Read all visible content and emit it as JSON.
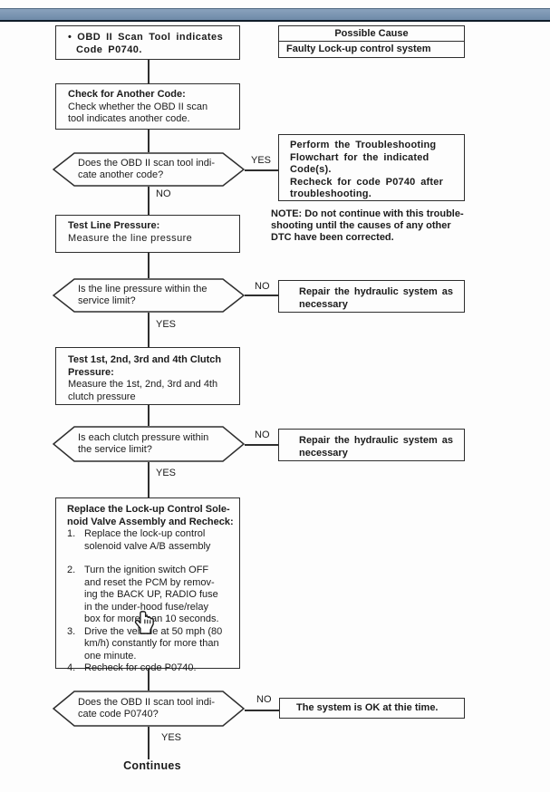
{
  "page": {
    "top_bar_color": "#7e98b5"
  },
  "start": {
    "text": "• OBD II Scan Tool indicates\nCode P0740."
  },
  "possible_cause_table": {
    "header": "Possible Cause",
    "row": "Faulty Lock-up control system"
  },
  "check_another_code": {
    "title": "Check for Another Code:",
    "body": "Check whether the OBD II scan\ntool indicates another code."
  },
  "decision_another_code": {
    "question": "Does the OBD II scan tool indi-\ncate another code?",
    "yes_label": "YES",
    "no_label": "NO"
  },
  "perform_flowchart": {
    "text": "Perform the Troubleshooting\nFlowchart for the indicated\nCode(s).\nRecheck for code P0740 after\ntroubleshooting."
  },
  "note": {
    "text": "NOTE:  Do not continue with this trouble-\nshooting until the causes of any other\nDTC have been corrected."
  },
  "test_line_pressure": {
    "title": "Test Line Pressure:",
    "body": "Measure the line pressure"
  },
  "decision_line_pressure": {
    "question": "Is the line pressure within the\nservice limit?",
    "yes_label": "YES",
    "no_label": "NO"
  },
  "repair_hydraulic_1": {
    "text": "Repair the hydraulic system as\nnecessary"
  },
  "test_clutch_pressure": {
    "title": "Test 1st, 2nd, 3rd and 4th Clutch\nPressure:",
    "body": "Measure the 1st, 2nd, 3rd and 4th\nclutch pressure"
  },
  "decision_clutch_pressure": {
    "question": "Is each clutch pressure within\nthe service limit?",
    "yes_label": "YES",
    "no_label": "NO"
  },
  "repair_hydraulic_2": {
    "text": "Repair the hydraulic system as\nnecessary"
  },
  "replace_solenoid": {
    "title": "Replace the Lock-up Control Sole-\nnoid Valve Assembly and Recheck:",
    "items": [
      {
        "num": "1.",
        "text": "Replace the lock-up control\nsolenoid valve A/B assembly"
      },
      {
        "num": "2.",
        "text": "Turn the ignition switch OFF\nand reset the PCM by remov-\ning the BACK UP, RADIO fuse\nin the under-hood fuse/relay\nbox for more than 10 seconds."
      },
      {
        "num": "3.",
        "text": "Drive the vehicle at 50 mph (80\nkm/h) constantly for more than\none minute."
      },
      {
        "num": "4.",
        "text": "Recheck for code P0740."
      }
    ]
  },
  "decision_p0740": {
    "question": "Does the OBD II scan tool indi-\ncate code P0740?",
    "yes_label": "YES",
    "no_label": "NO"
  },
  "system_ok": {
    "text": "The system is OK at thie time."
  },
  "continues_label": "Continues",
  "icons": {
    "cursor": "hand-pointer"
  }
}
